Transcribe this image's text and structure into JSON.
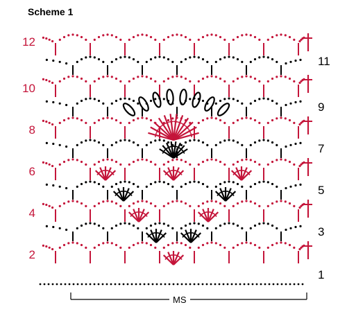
{
  "title": "Scheme 1",
  "colors": {
    "red": "#c4153a",
    "black": "#000000"
  },
  "rows_right": [
    {
      "row": 1,
      "label": "1"
    },
    {
      "row": 3,
      "label": "3"
    },
    {
      "row": 5,
      "label": "5"
    },
    {
      "row": 7,
      "label": "7"
    },
    {
      "row": 9,
      "label": "9"
    },
    {
      "row": 11,
      "label": "11"
    }
  ],
  "rows_left": [
    {
      "row": 2,
      "label": "2"
    },
    {
      "row": 4,
      "label": "4"
    },
    {
      "row": 6,
      "label": "6"
    },
    {
      "row": 8,
      "label": "8"
    },
    {
      "row": 10,
      "label": "10"
    },
    {
      "row": 12,
      "label": "12"
    }
  ],
  "repeat_label": "MS"
}
